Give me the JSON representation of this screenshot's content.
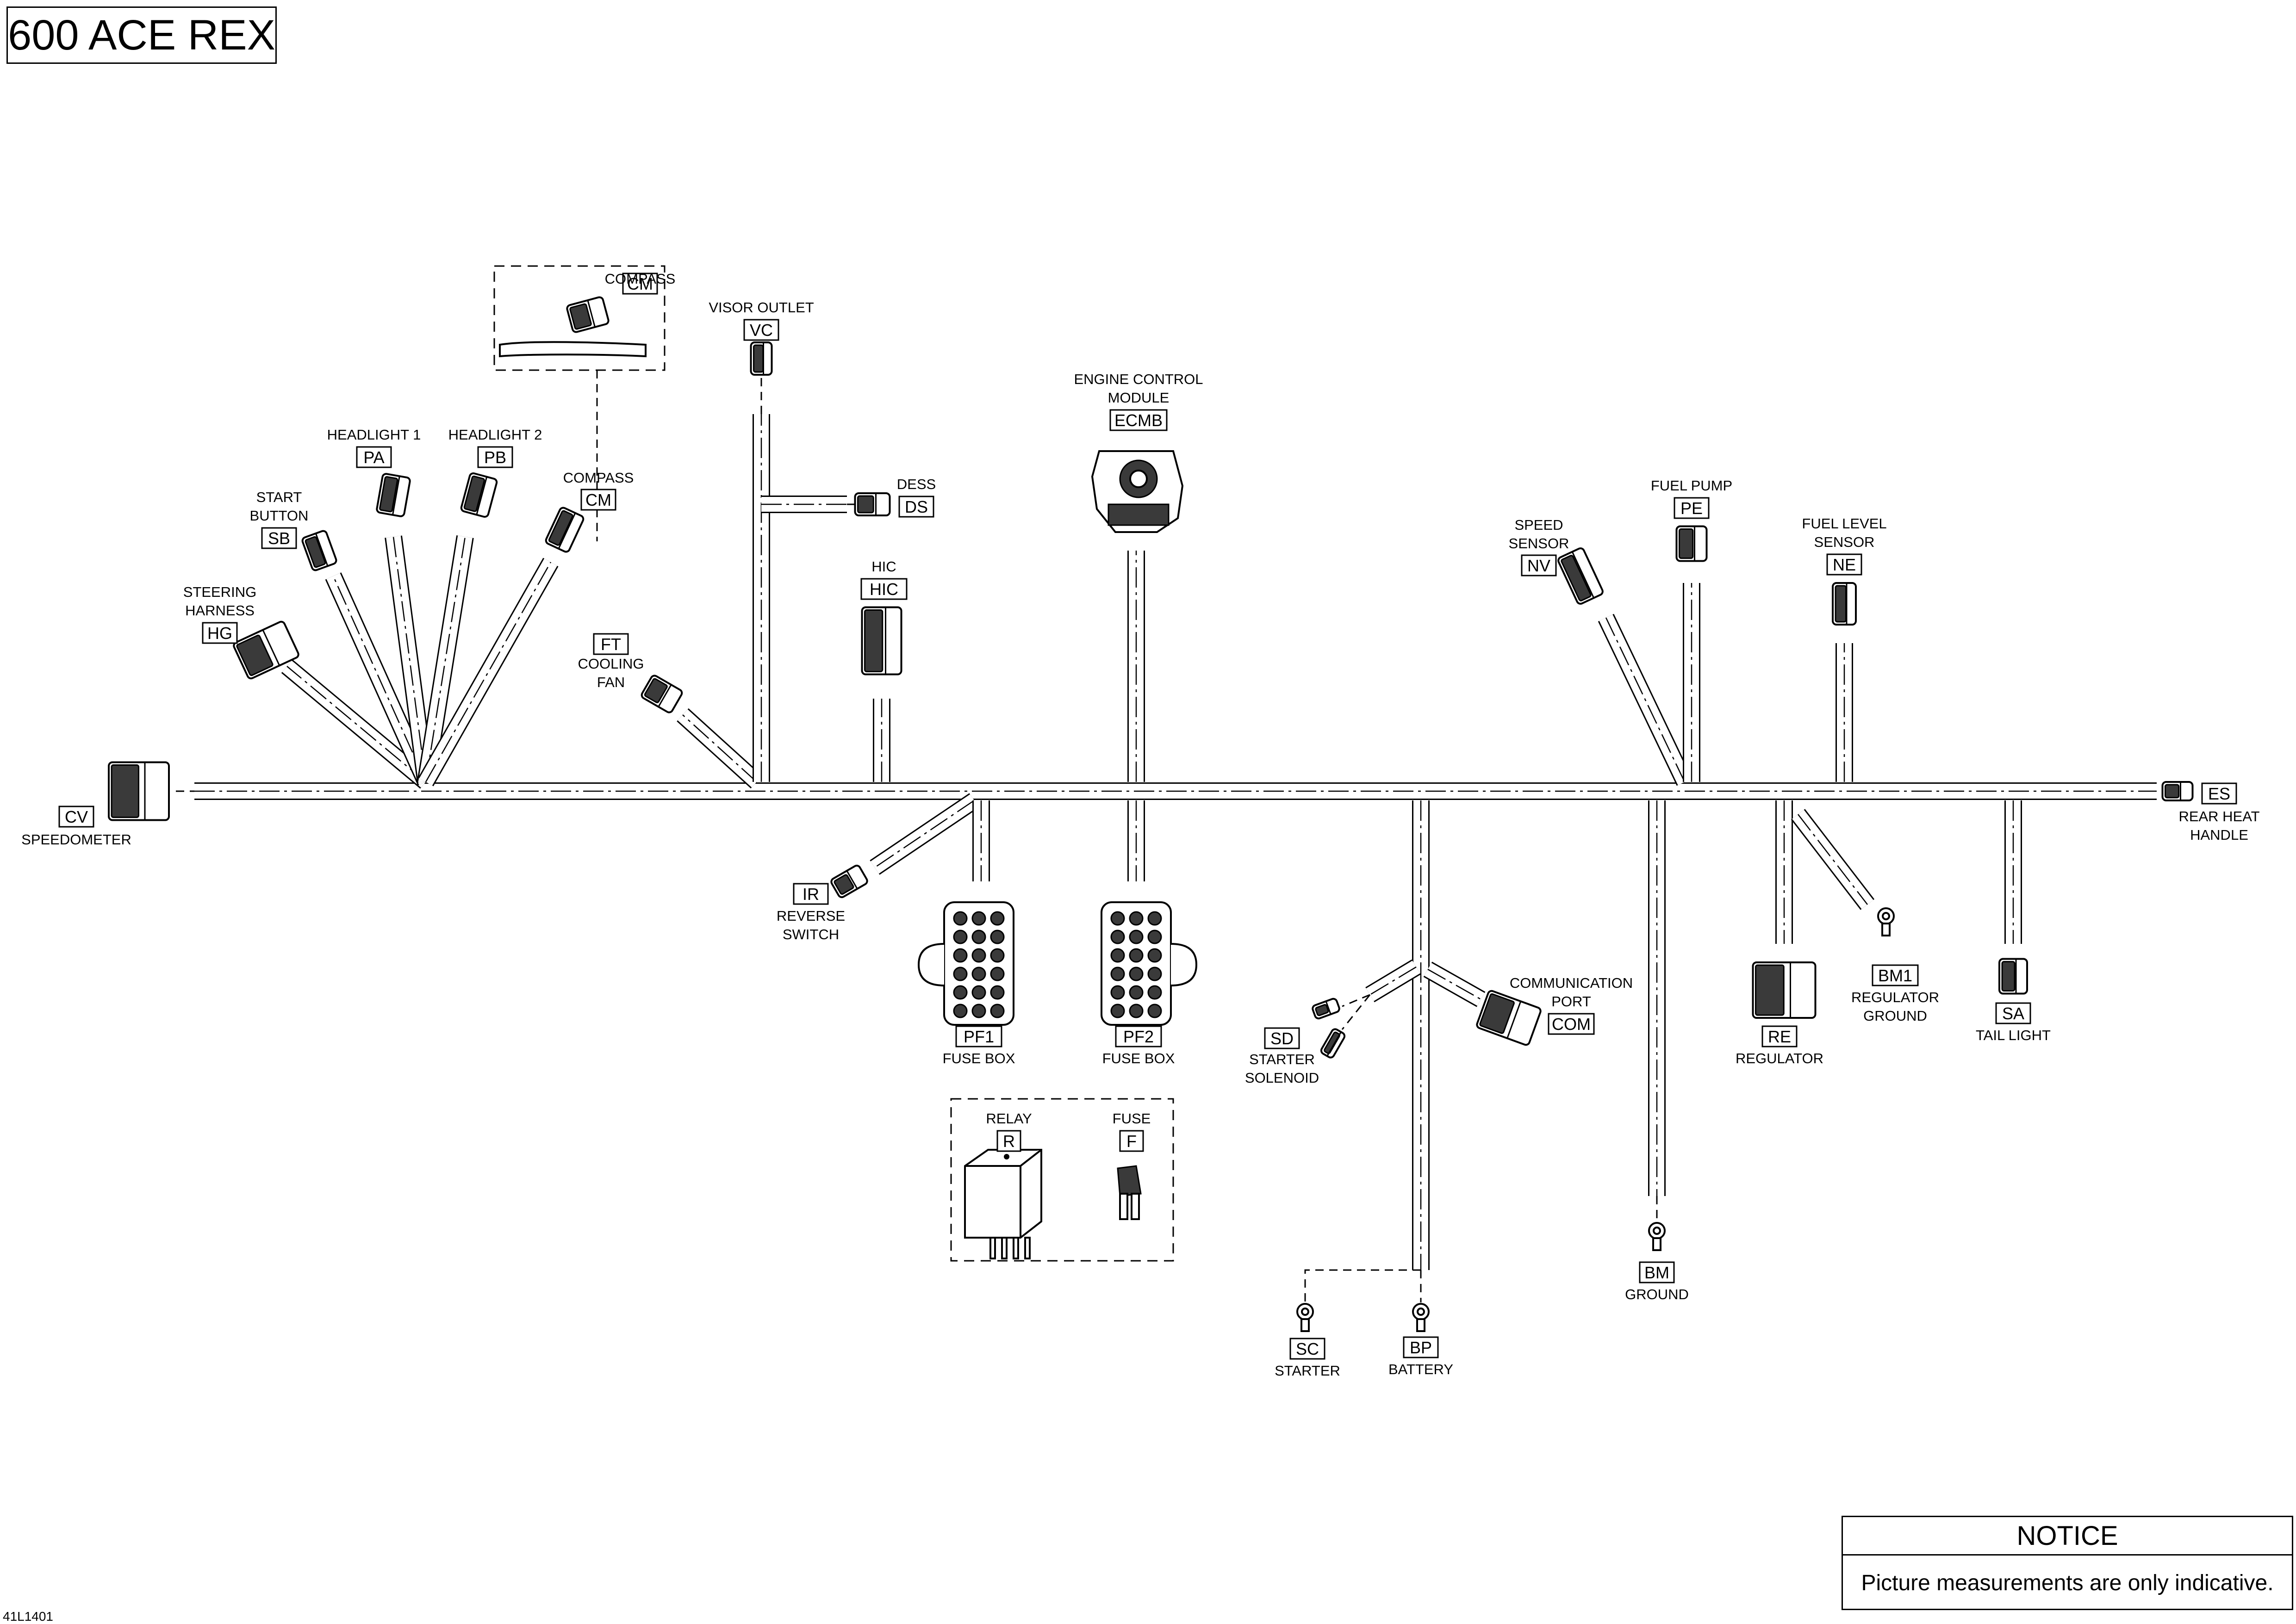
{
  "title": "600 ACE REX",
  "doc_id": "41L1401",
  "notice": {
    "title": "NOTICE",
    "text": "Picture measurements are only indicative."
  },
  "components": {
    "cv": {
      "code": "CV",
      "label": [
        "SPEEDOMETER"
      ]
    },
    "hg": {
      "code": "HG",
      "label": [
        "STEERING",
        "HARNESS"
      ]
    },
    "sb": {
      "code": "SB",
      "label": [
        "START",
        "BUTTON"
      ]
    },
    "pa": {
      "code": "PA",
      "label": [
        "HEADLIGHT 1"
      ]
    },
    "pb": {
      "code": "PB",
      "label": [
        "HEADLIGHT 2"
      ]
    },
    "cm": {
      "code": "CM",
      "label": [
        "COMPASS"
      ]
    },
    "ft": {
      "code": "FT",
      "label": [
        "COOLING",
        "FAN"
      ]
    },
    "vc": {
      "code": "VC",
      "label": [
        "VISOR OUTLET"
      ]
    },
    "ds": {
      "code": "DS",
      "label": [
        "DESS"
      ]
    },
    "hic": {
      "code": "HIC",
      "label": [
        "HIC"
      ]
    },
    "ecmb": {
      "code": "ECMB",
      "label": [
        "ENGINE CONTROL",
        "MODULE"
      ]
    },
    "nv": {
      "code": "NV",
      "label": [
        "SPEED",
        "SENSOR"
      ]
    },
    "pe": {
      "code": "PE",
      "label": [
        "FUEL PUMP"
      ]
    },
    "ne": {
      "code": "NE",
      "label": [
        "FUEL LEVEL",
        "SENSOR"
      ]
    },
    "es": {
      "code": "ES",
      "label": [
        "REAR HEAT",
        "HANDLE"
      ]
    },
    "ir": {
      "code": "IR",
      "label": [
        "REVERSE",
        "SWITCH"
      ]
    },
    "pf1": {
      "code": "PF1",
      "label": [
        "FUSE BOX"
      ]
    },
    "pf2": {
      "code": "PF2",
      "label": [
        "FUSE BOX"
      ]
    },
    "r": {
      "code": "R",
      "label": [
        "RELAY"
      ]
    },
    "f": {
      "code": "F",
      "label": [
        "FUSE"
      ]
    },
    "sd": {
      "code": "SD",
      "label": [
        "STARTER",
        "SOLENOID"
      ]
    },
    "com": {
      "code": "COM",
      "label": [
        "COMMUNICATION",
        "PORT"
      ]
    },
    "sc": {
      "code": "SC",
      "label": [
        "STARTER"
      ]
    },
    "bp": {
      "code": "BP",
      "label": [
        "BATTERY"
      ]
    },
    "bm": {
      "code": "BM",
      "label": [
        "GROUND"
      ]
    },
    "re": {
      "code": "RE",
      "label": [
        "REGULATOR"
      ]
    },
    "bm1": {
      "code": "BM1",
      "label": [
        "REGULATOR",
        "GROUND"
      ]
    },
    "sa": {
      "code": "SA",
      "label": [
        "TAIL LIGHT"
      ]
    }
  }
}
